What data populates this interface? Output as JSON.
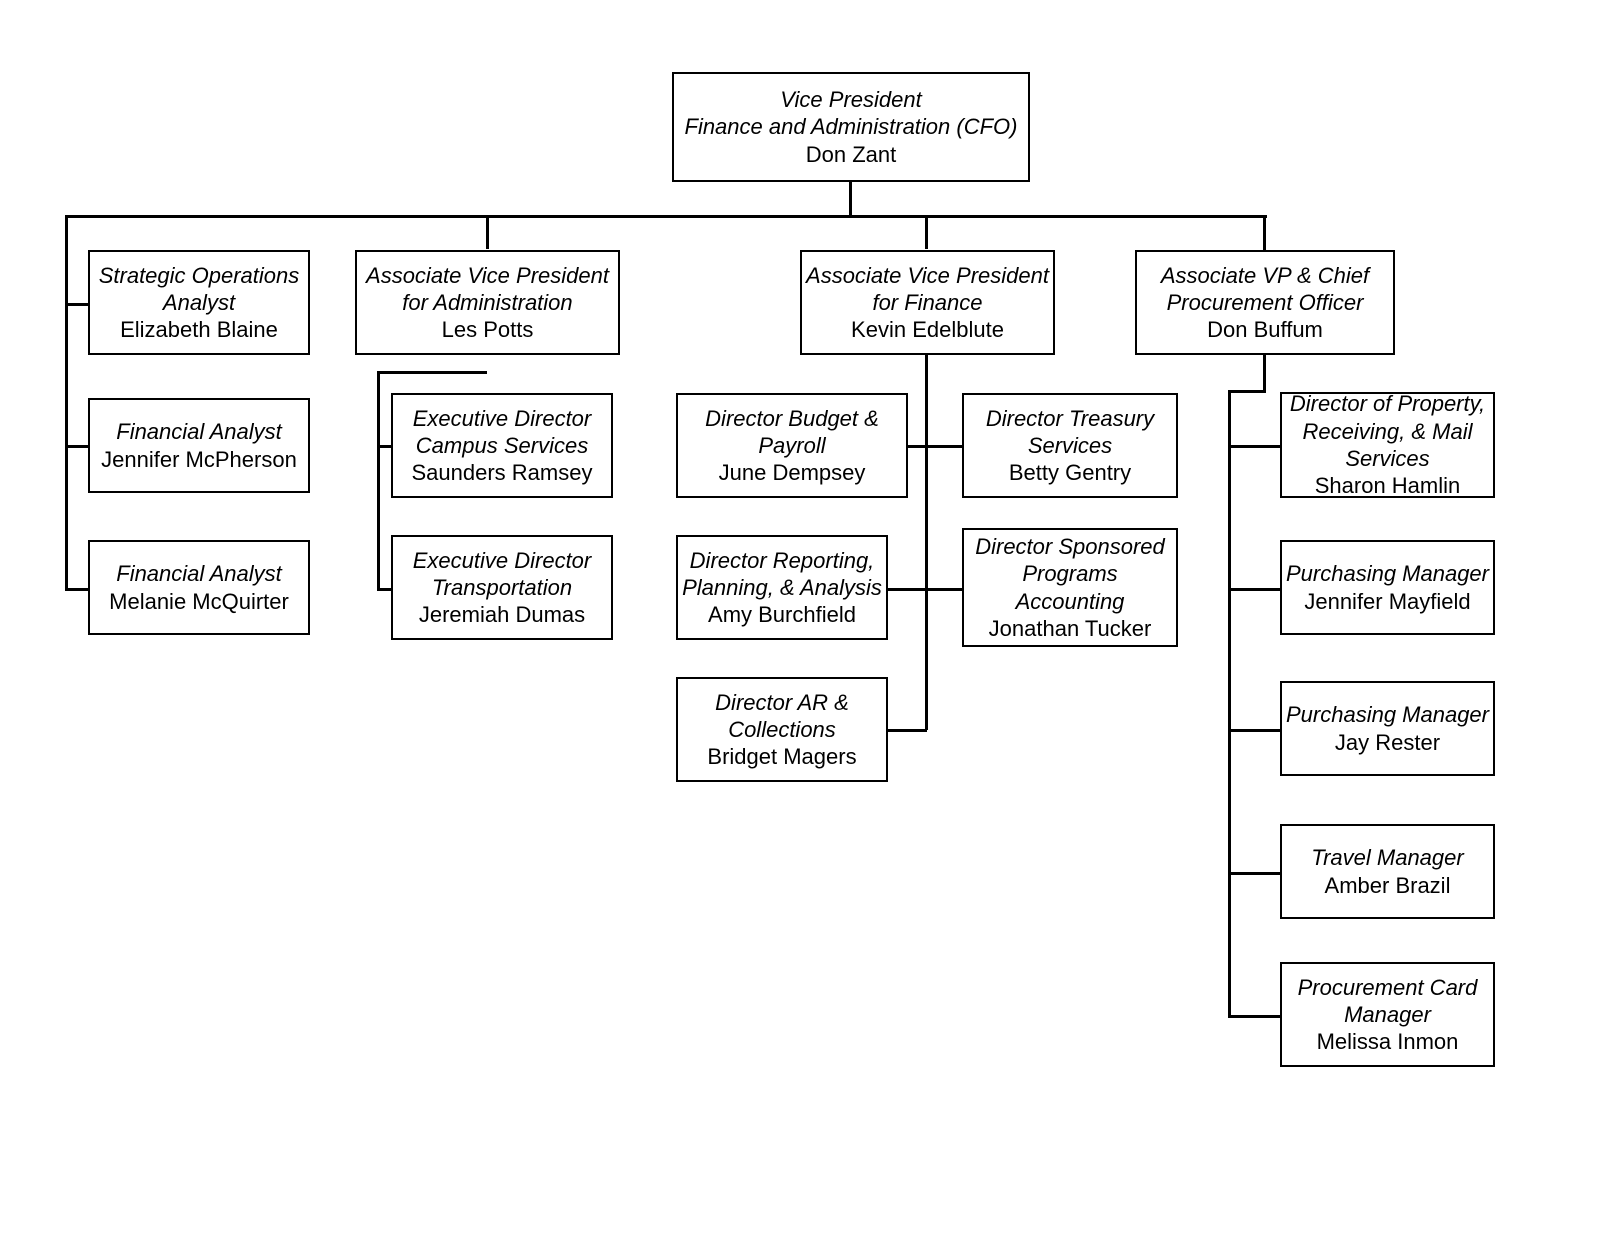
{
  "chart_data": {
    "type": "diagram",
    "diagram_kind": "organization-chart",
    "title": "",
    "orientation": "top-down",
    "box_border_color": "#000000",
    "box_fill_color": "#ffffff",
    "connector_color": "#000000",
    "background_color": "#ffffff",
    "nodes": [
      {
        "id": "cfo",
        "title": "Vice President\nFinance and Administration (CFO)",
        "person": "Don Zant",
        "level": 0,
        "parent": null
      },
      {
        "id": "soa",
        "title": "Strategic Operations\nAnalyst",
        "person": "Elizabeth Blaine",
        "level": 1,
        "parent": "cfo"
      },
      {
        "id": "fa1",
        "title": "Financial Analyst",
        "person": "Jennifer McPherson",
        "level": 1,
        "parent": "cfo"
      },
      {
        "id": "fa2",
        "title": "Financial Analyst",
        "person": "Melanie McQuirter",
        "level": 1,
        "parent": "cfo"
      },
      {
        "id": "avp_admin",
        "title": "Associate Vice President\nfor Administration",
        "person": "Les Potts",
        "level": 1,
        "parent": "cfo"
      },
      {
        "id": "ed_campus",
        "title": "Executive Director\nCampus Services",
        "person": "Saunders Ramsey",
        "level": 2,
        "parent": "avp_admin"
      },
      {
        "id": "ed_transport",
        "title": "Executive Director\nTransportation",
        "person": "Jeremiah Dumas",
        "level": 2,
        "parent": "avp_admin"
      },
      {
        "id": "avp_finance",
        "title": "Associate Vice President\nfor Finance",
        "person": "Kevin Edelblute",
        "level": 1,
        "parent": "cfo"
      },
      {
        "id": "dir_budget",
        "title": "Director Budget &\nPayroll",
        "person": "June Dempsey",
        "level": 2,
        "parent": "avp_finance"
      },
      {
        "id": "dir_treasury",
        "title": "Director Treasury\nServices",
        "person": "Betty Gentry",
        "level": 2,
        "parent": "avp_finance"
      },
      {
        "id": "dir_reporting",
        "title": "Director Reporting,\nPlanning, & Analysis",
        "person": "Amy Burchfield",
        "level": 2,
        "parent": "avp_finance"
      },
      {
        "id": "dir_sponsored",
        "title": "Director Sponsored\nPrograms\nAccounting",
        "person": "Jonathan Tucker",
        "level": 2,
        "parent": "avp_finance"
      },
      {
        "id": "dir_ar",
        "title": "Director AR &\nCollections",
        "person": "Bridget Magers",
        "level": 2,
        "parent": "avp_finance"
      },
      {
        "id": "avp_proc",
        "title": "Associate VP & Chief\nProcurement Officer",
        "person": "Don Buffum",
        "level": 1,
        "parent": "cfo"
      },
      {
        "id": "dir_property",
        "title": "Director of Property,\nReceiving, & Mail\nServices",
        "person": "Sharon Hamlin",
        "level": 2,
        "parent": "avp_proc"
      },
      {
        "id": "pm1",
        "title": "Purchasing Manager",
        "person": "Jennifer Mayfield",
        "level": 2,
        "parent": "avp_proc"
      },
      {
        "id": "pm2",
        "title": "Purchasing Manager",
        "person": "Jay Rester",
        "level": 2,
        "parent": "avp_proc"
      },
      {
        "id": "travel",
        "title": "Travel Manager",
        "person": "Amber Brazil",
        "level": 2,
        "parent": "avp_proc"
      },
      {
        "id": "pcard",
        "title": "Procurement Card\nManager",
        "person": "Melissa Inmon",
        "level": 2,
        "parent": "avp_proc"
      }
    ]
  },
  "chart": {
    "cfo": {
      "title": "Vice President\nFinance and Administration (CFO)",
      "person": "Don Zant"
    },
    "soa": {
      "title": "Strategic Operations\nAnalyst",
      "person": "Elizabeth Blaine"
    },
    "fa1": {
      "title": "Financial Analyst",
      "person": "Jennifer McPherson"
    },
    "fa2": {
      "title": "Financial Analyst",
      "person": "Melanie McQuirter"
    },
    "avp_admin": {
      "title": "Associate Vice President\nfor Administration",
      "person": "Les Potts"
    },
    "ed_campus": {
      "title": "Executive Director\nCampus Services",
      "person": "Saunders Ramsey"
    },
    "ed_transport": {
      "title": "Executive Director\nTransportation",
      "person": "Jeremiah Dumas"
    },
    "avp_finance": {
      "title": "Associate Vice President\nfor Finance",
      "person": "Kevin Edelblute"
    },
    "dir_budget": {
      "title": "Director Budget &\nPayroll",
      "person": "June Dempsey"
    },
    "dir_treasury": {
      "title": "Director Treasury\nServices",
      "person": "Betty Gentry"
    },
    "dir_reporting": {
      "title": "Director Reporting,\nPlanning, & Analysis",
      "person": "Amy Burchfield"
    },
    "dir_sponsored": {
      "title": "Director Sponsored\nPrograms\nAccounting",
      "person": "Jonathan Tucker"
    },
    "dir_ar": {
      "title": "Director AR &\nCollections",
      "person": "Bridget Magers"
    },
    "avp_proc": {
      "title": "Associate VP & Chief\nProcurement Officer",
      "person": "Don Buffum"
    },
    "dir_property": {
      "title": "Director of Property,\nReceiving, & Mail\nServices",
      "person": "Sharon Hamlin"
    },
    "pm1": {
      "title": "Purchasing Manager",
      "person": "Jennifer Mayfield"
    },
    "pm2": {
      "title": "Purchasing Manager",
      "person": "Jay Rester"
    },
    "travel": {
      "title": "Travel Manager",
      "person": "Amber Brazil"
    },
    "pcard": {
      "title": "Procurement Card\nManager",
      "person": "Melissa Inmon"
    }
  }
}
